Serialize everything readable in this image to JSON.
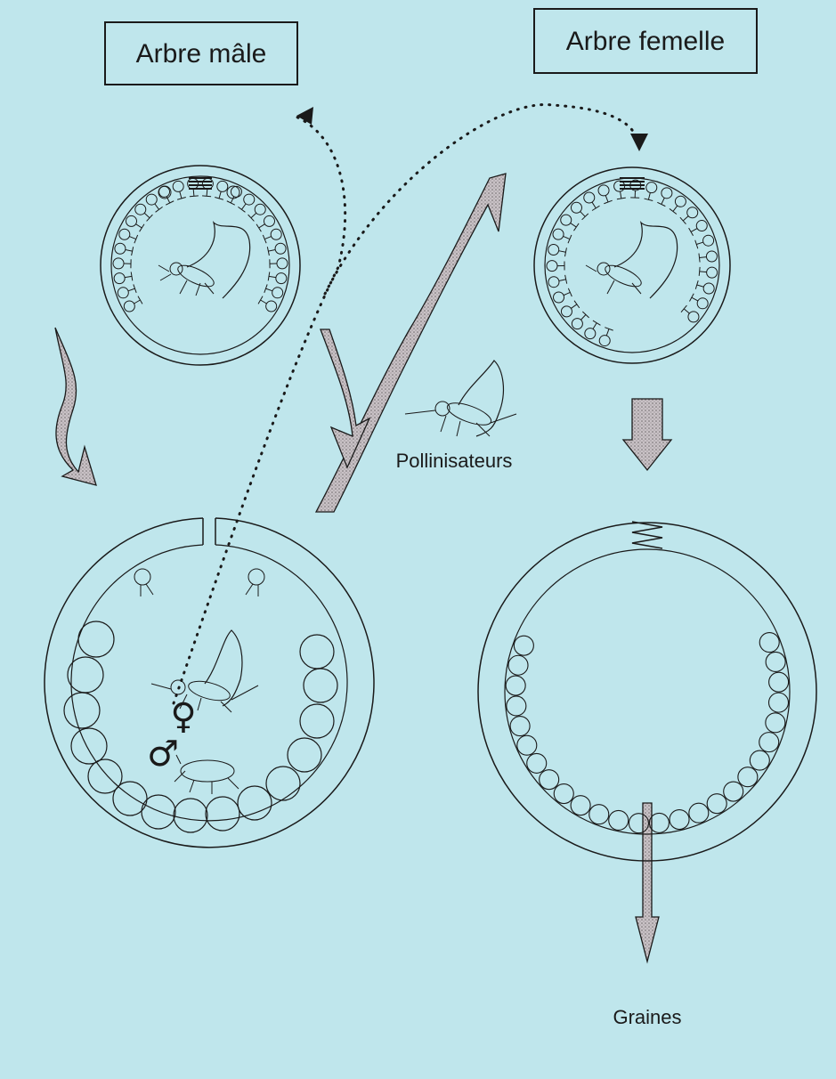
{
  "labels": {
    "male_tree": "Arbre mâle",
    "female_tree": "Arbre femelle",
    "pollinators": "Pollinisateurs",
    "seeds": "Graines"
  },
  "symbols": {
    "female": "♀",
    "male": "♂"
  },
  "colors": {
    "background": "#bfe6ec",
    "ink": "#1a1a1a",
    "arrow_fill": "#b9b0b4"
  }
}
